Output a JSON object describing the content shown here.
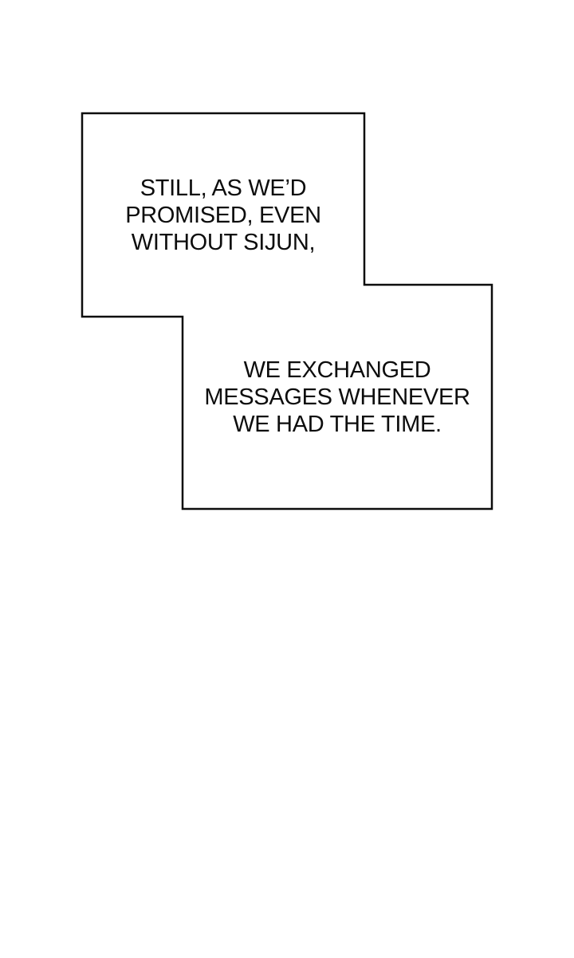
{
  "page": {
    "kind": "webtoon-caption-panel",
    "background_color": "#ffffff",
    "outline_color": "#0d0d0d",
    "text_color": "#0d0d0d",
    "captions": [
      {
        "text": "STILL, AS WE’D\nPROMISED, EVEN\nWITHOUT SIJUN,"
      },
      {
        "text": "WE EXCHANGED\nMESSAGES WHENEVER\nWE HAD THE TIME."
      }
    ]
  }
}
